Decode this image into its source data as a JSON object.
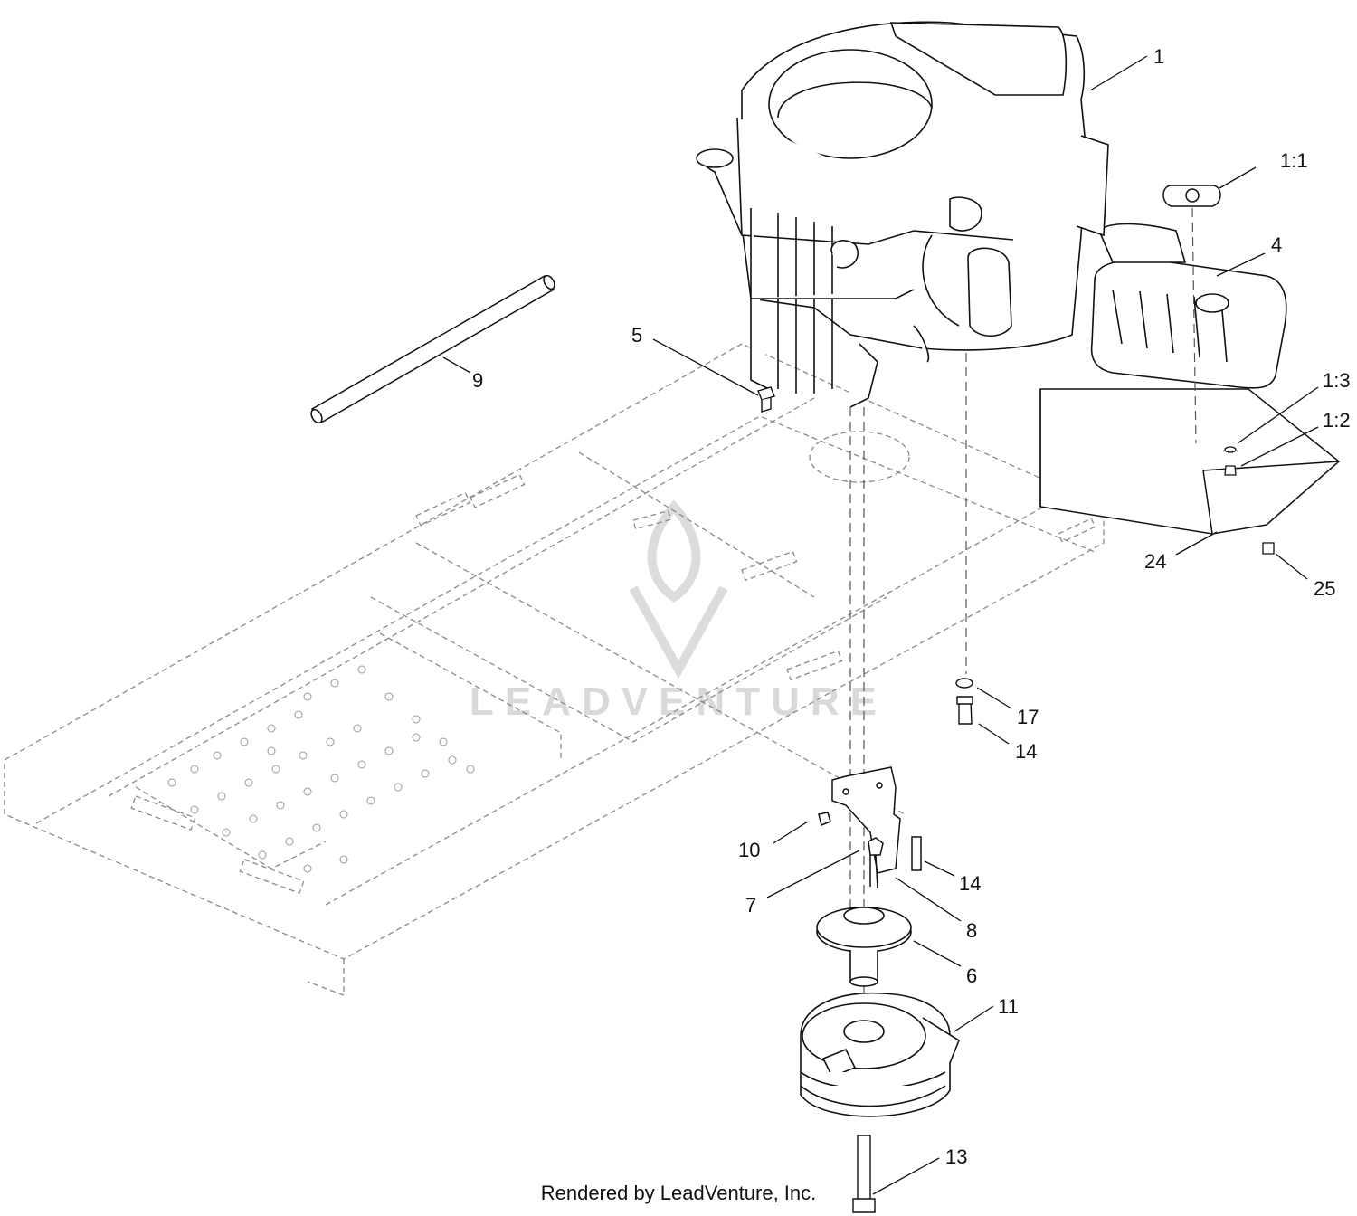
{
  "footer_text": "Rendered by LeadVenture, Inc.",
  "watermark": {
    "text": "LEADVENTURE",
    "logo_icon": "flame-v-logo"
  },
  "callouts": [
    {
      "id": "part-1",
      "label": "1"
    },
    {
      "id": "part-1-1",
      "label": "1:1"
    },
    {
      "id": "part-4",
      "label": "4"
    },
    {
      "id": "part-5",
      "label": "5"
    },
    {
      "id": "part-9",
      "label": "9"
    },
    {
      "id": "part-1-3",
      "label": "1:3"
    },
    {
      "id": "part-1-2",
      "label": "1:2"
    },
    {
      "id": "part-24",
      "label": "24"
    },
    {
      "id": "part-25",
      "label": "25"
    },
    {
      "id": "part-17",
      "label": "17"
    },
    {
      "id": "part-14-a",
      "label": "14"
    },
    {
      "id": "part-10",
      "label": "10"
    },
    {
      "id": "part-14-b",
      "label": "14"
    },
    {
      "id": "part-7",
      "label": "7"
    },
    {
      "id": "part-8",
      "label": "8"
    },
    {
      "id": "part-6",
      "label": "6"
    },
    {
      "id": "part-11",
      "label": "11"
    },
    {
      "id": "part-13",
      "label": "13"
    }
  ],
  "colors": {
    "line": "#111111",
    "dashed": "#8a8a8a",
    "watermark": "#d9d9d9"
  }
}
